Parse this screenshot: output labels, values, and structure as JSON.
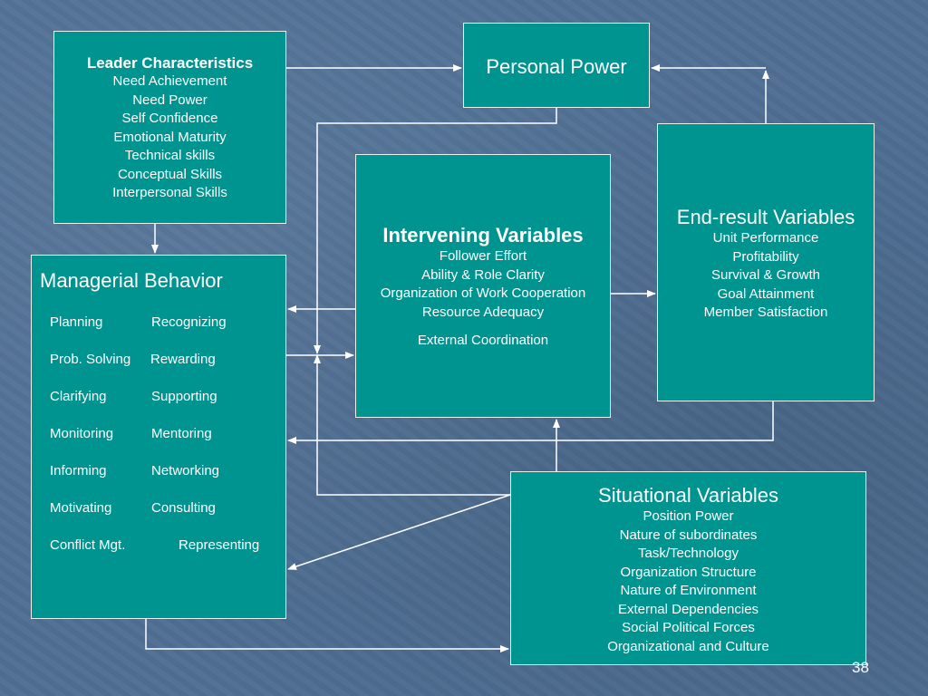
{
  "leader": {
    "title": "Leader Characteristics",
    "items": [
      "Need Achievement",
      "Need Power",
      "Self Confidence",
      "Emotional Maturity",
      "Technical skills",
      "Conceptual Skills",
      "Interpersonal Skills"
    ]
  },
  "personal_power": {
    "title": "Personal Power"
  },
  "intervening": {
    "title": "Intervening Variables",
    "items": [
      "Follower Effort",
      "Ability & Role Clarity",
      "Organization of Work Cooperation",
      "Resource Adequacy"
    ],
    "extra": "External Coordination"
  },
  "end_result": {
    "title": "End-result Variables",
    "items": [
      "Unit Performance",
      "Profitability",
      "Survival & Growth",
      "Goal Attainment",
      "Member Satisfaction"
    ]
  },
  "situational": {
    "title": "Situational Variables",
    "items": [
      "Position Power",
      "Nature of subordinates",
      "Task/Technology",
      "Organization Structure",
      "Nature of Environment",
      "External Dependencies",
      "Social Political Forces",
      "Organizational and Culture"
    ]
  },
  "managerial": {
    "title": "Managerial Behavior",
    "left": [
      "Planning",
      "Prob. Solving",
      "Clarifying",
      "Monitoring",
      "Informing",
      "Motivating",
      "Conflict Mgt."
    ],
    "right": [
      "Recognizing",
      "Rewarding",
      "Supporting",
      "Mentoring",
      "Networking",
      "Consulting",
      "Representing"
    ]
  },
  "page_number": "38",
  "colors": {
    "box_fill": "#009490",
    "background": "#4f6f93",
    "arrow": "#ffffff"
  }
}
